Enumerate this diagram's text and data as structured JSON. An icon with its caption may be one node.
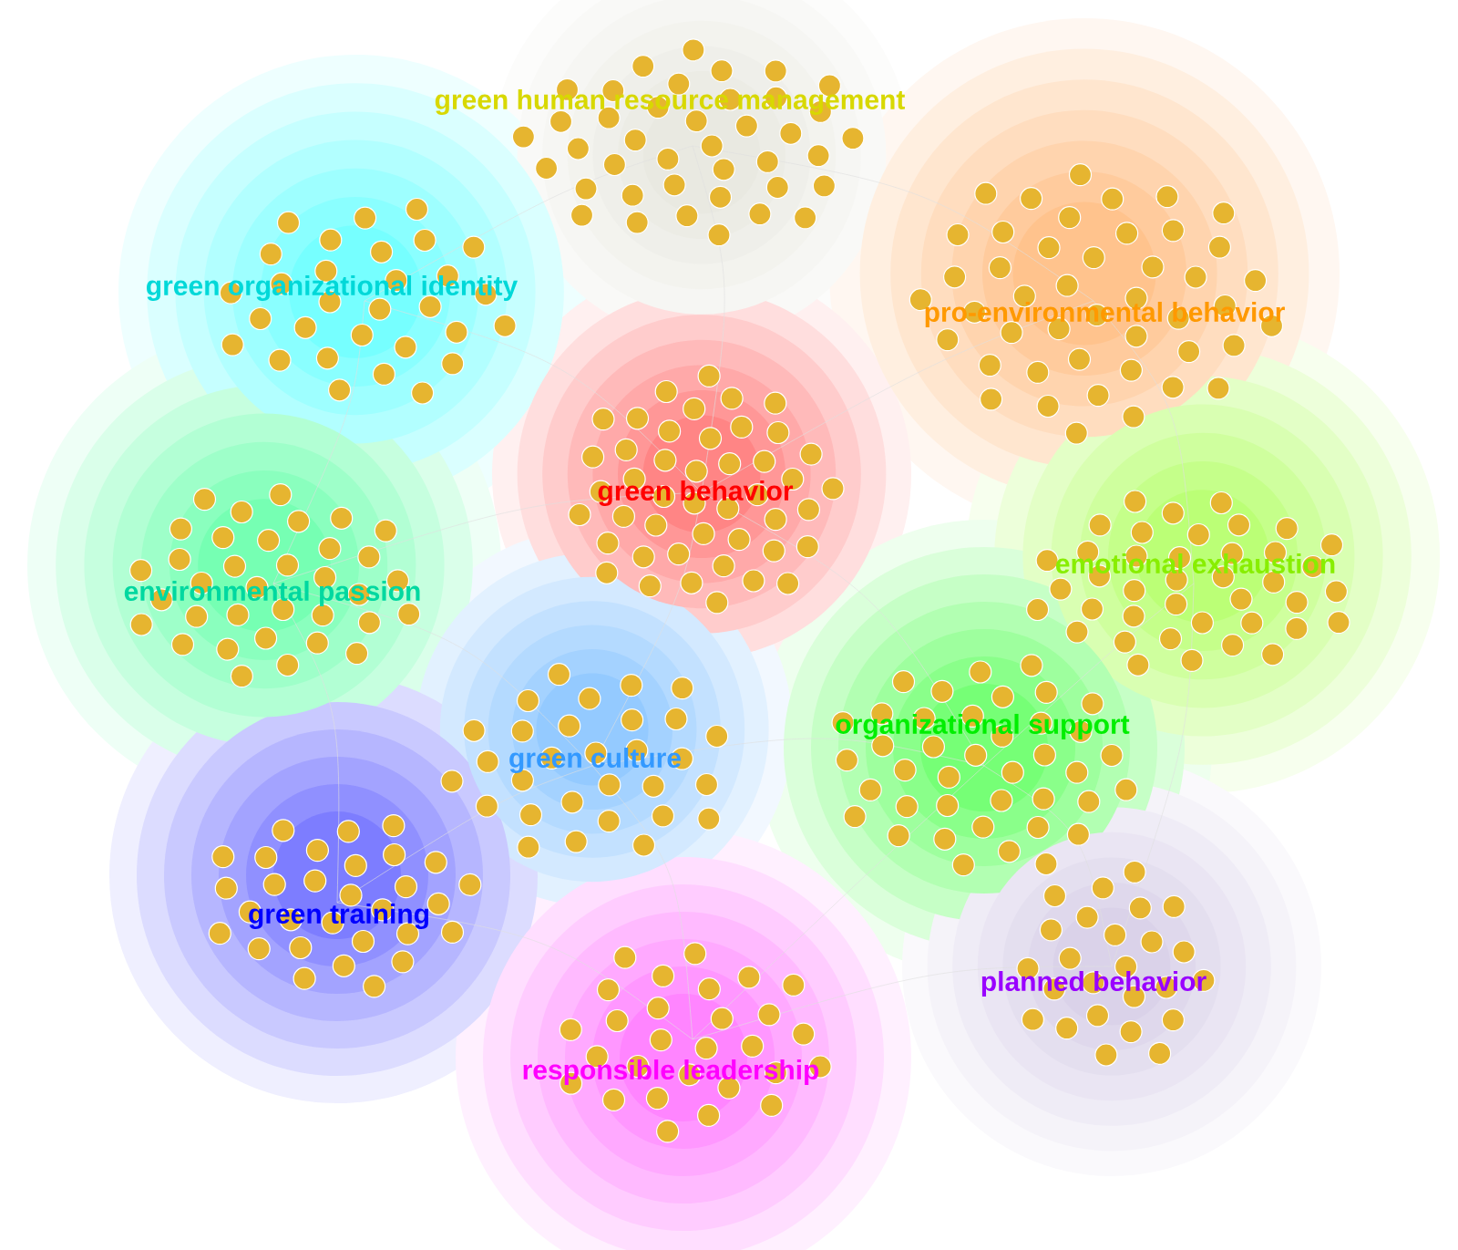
{
  "diagram": {
    "labels": [
      "green human resource management",
      "green organizational identity",
      "pro-environmental behavior",
      "green behavior",
      "environmental passion",
      "emotional exhaustion",
      "organizational support",
      "green culture",
      "green training",
      "planned behavior",
      "responsible leadership"
    ]
  }
}
